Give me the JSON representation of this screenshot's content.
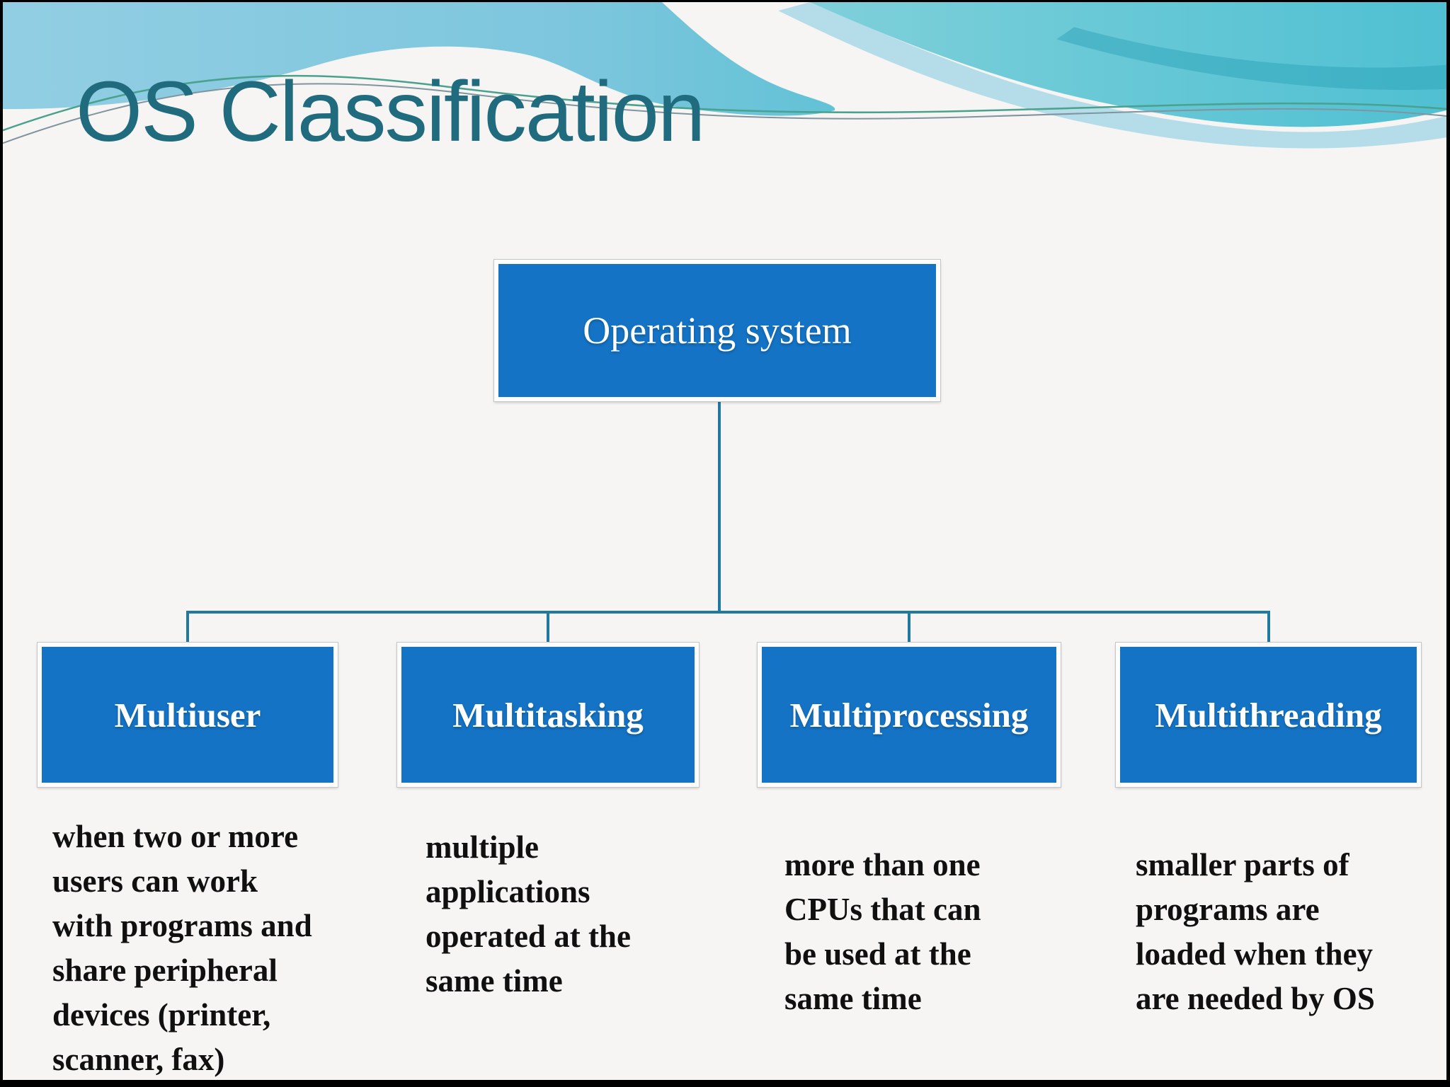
{
  "slide": {
    "title": "OS Classification",
    "colors": {
      "background": "#f6f5f3",
      "title_text": "#206c7e",
      "box_fill": "#1473c5",
      "box_frame": "#fdfdfd",
      "box_label_text": "#ffffff",
      "connector": "#2279a0",
      "description_text": "#101010",
      "wave_light_blue": "#92cee3",
      "wave_turquoise": "#4fc0d2",
      "wave_stripe": "#2ea4ba",
      "curve_green": "#49a18e",
      "curve_gray": "#80959f"
    },
    "diagram": {
      "root": {
        "label": "Operating system"
      },
      "children": [
        {
          "label": "Multiuser",
          "description": "when two or more\nusers can work\nwith programs and\nshare peripheral\ndevices (printer,\nscanner, fax)"
        },
        {
          "label": "Multitasking",
          "description": "multiple\napplications\noperated at the\nsame time"
        },
        {
          "label": "Multiprocessing",
          "description": "more than one\nCPUs that can\nbe used at the\nsame time"
        },
        {
          "label": "Multithreading",
          "description": "smaller parts of\nprograms are\nloaded when they\nare needed by OS"
        }
      ]
    }
  }
}
